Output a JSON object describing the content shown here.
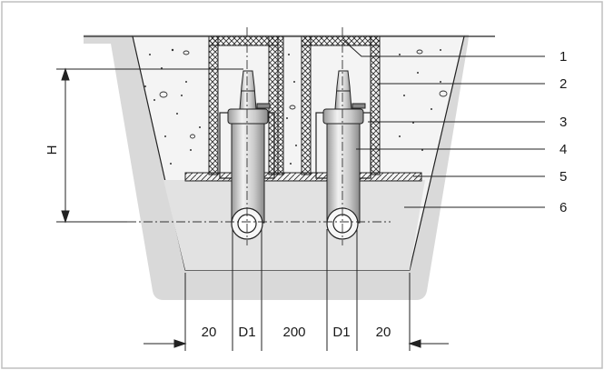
{
  "diagram": {
    "callouts": [
      "1",
      "2",
      "3",
      "4",
      "5",
      "6"
    ],
    "height_label": "H",
    "dimensions": [
      "20",
      "D1",
      "200",
      "D1",
      "20"
    ]
  },
  "colors": {
    "frame": "#bfbfbf",
    "soil": "#d9d9d9",
    "fill": "#ececec",
    "concrete": "#f4f4f4",
    "ink": "#1a1a1a"
  }
}
